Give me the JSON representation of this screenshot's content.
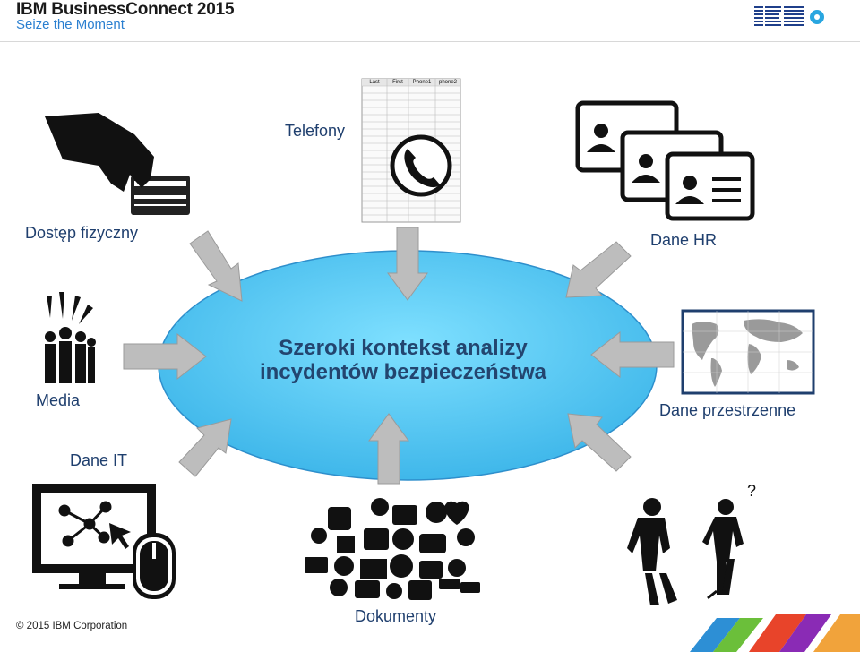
{
  "header": {
    "brand_title": "IBM BusinessConnect 2015",
    "brand_subtitle": "Seize the Moment"
  },
  "footer": {
    "copyright": "© 2015 IBM Corporation"
  },
  "center": {
    "line1": "Szeroki kontekst analizy",
    "line2": "incydentów bezpieczeństwa"
  },
  "sources": {
    "physical": "Dostęp fizyczny",
    "phones": "Telefony",
    "hr": "Dane HR",
    "media": "Media",
    "spatial": "Dane przestrzenne",
    "it": "Dane IT",
    "documents": "Dokumenty",
    "unknown": "?"
  },
  "phone_table": {
    "headers": [
      "Last",
      "First",
      "Phone1",
      "phone2"
    ]
  },
  "colors": {
    "ellipse_fill": "#57c8f5",
    "arrow_fill": "#bdbdbd",
    "label_text": "#1f3f6e",
    "brand_blue": "#2a7fd0"
  },
  "icons": [
    "card-hand-icon",
    "phone-icon",
    "hr-cards-icon",
    "crowd-icon",
    "world-map-icon",
    "monitor-network-icon",
    "social-media-icon",
    "people-meeting-icon",
    "ibm-logo-icon"
  ]
}
